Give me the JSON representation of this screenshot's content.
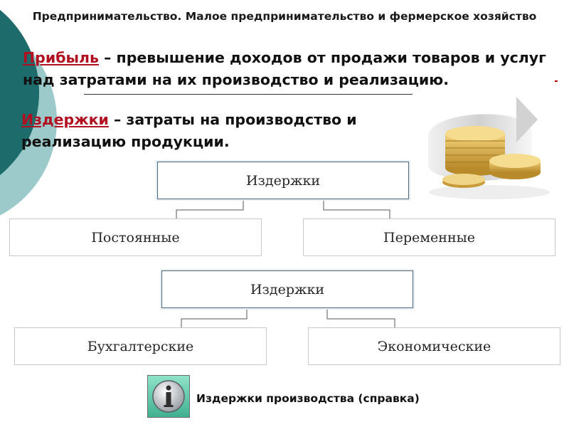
{
  "slide": {
    "title": "Предпринимательство. Малое предпринимательство и фермерское хозяйство"
  },
  "definitions": {
    "profit": {
      "term": "Прибыль",
      "text": " – превышение доходов от продажи товаров и услуг над затратами на их производство и реализацию."
    },
    "costs": {
      "term": "Издержки",
      "text": " – затраты на производство и реализацию продукции."
    }
  },
  "diagrams": {
    "first": {
      "root": "Издержки",
      "left": "Постоянные",
      "right": "Переменные"
    },
    "second": {
      "root": "Издержки",
      "left": "Бухгалтерские",
      "right": "Экономические"
    }
  },
  "reference": {
    "label": "Издержки производства (справка)",
    "icon": "info-icon"
  },
  "colors": {
    "term": "#b01020",
    "teal_dark": "#1e6b6b",
    "teal_light": "#9ccaca"
  }
}
